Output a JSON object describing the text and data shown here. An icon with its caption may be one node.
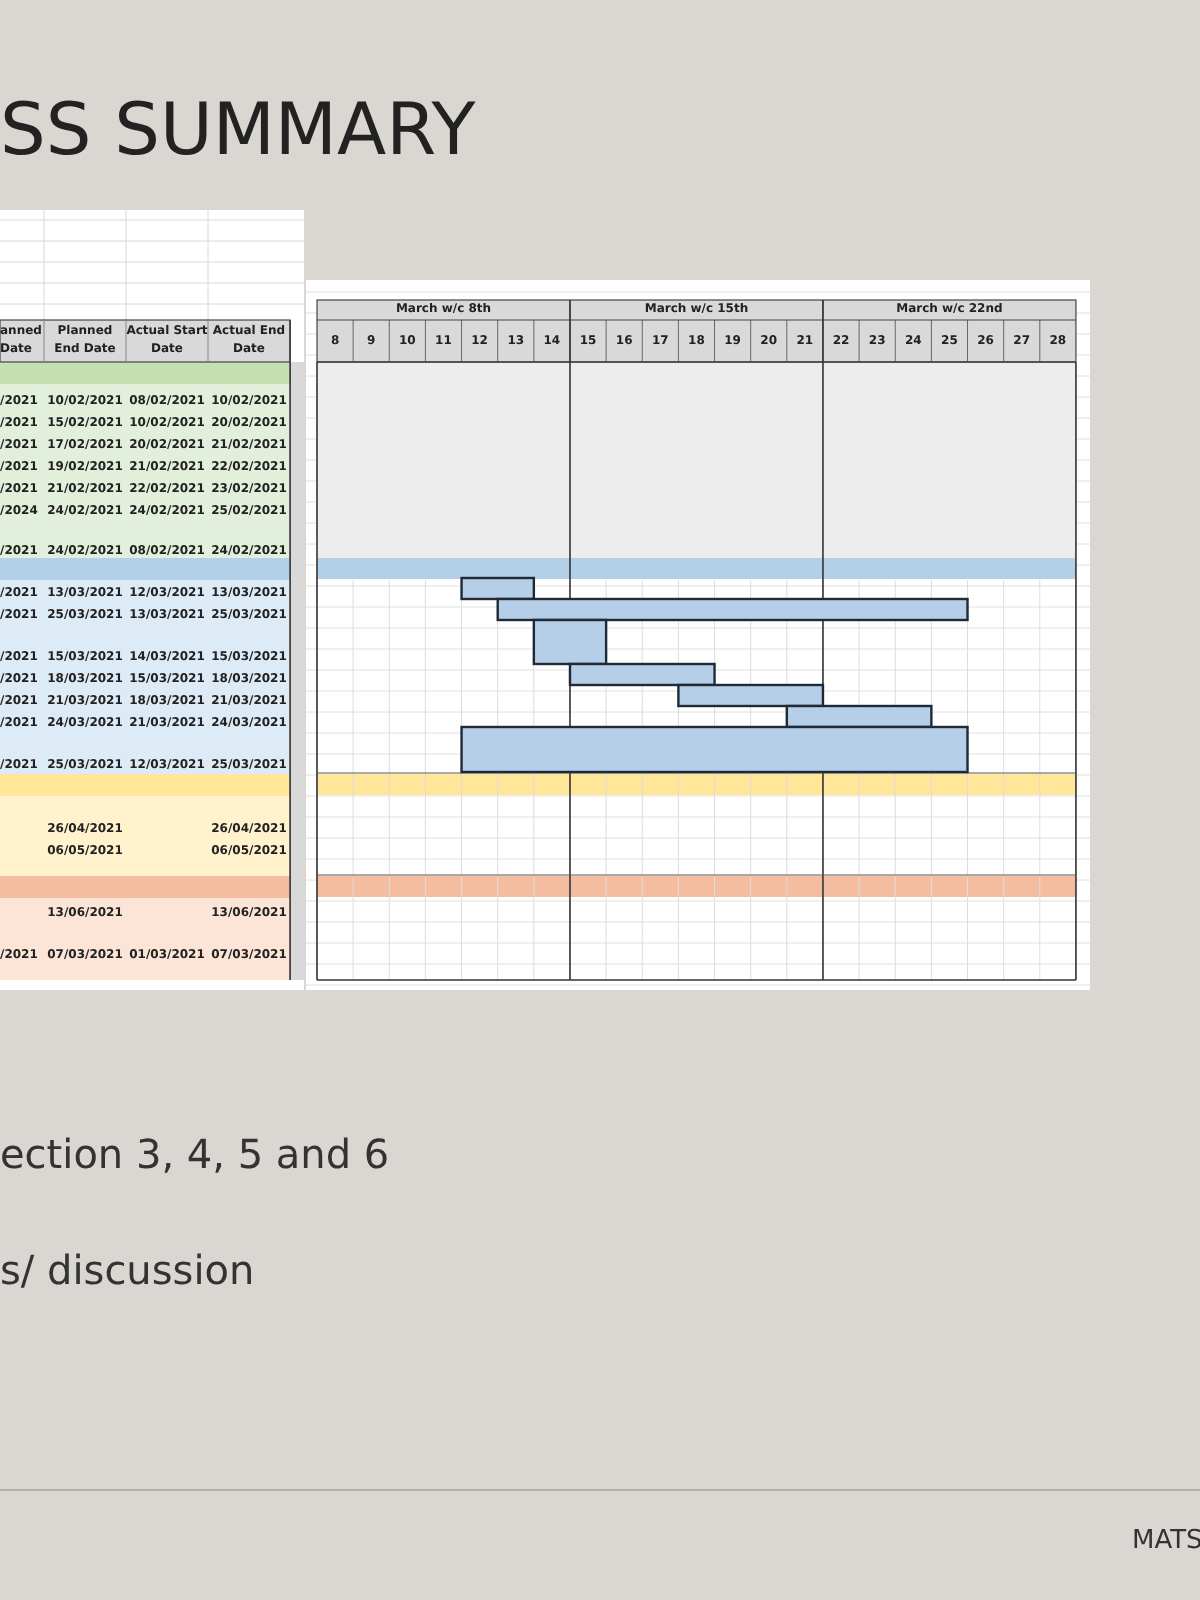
{
  "diagram": {
    "title": "SS SUMMARY",
    "labels": [
      "March w/c 8th",
      "March w/c 15th",
      "March w/c 22nd",
      "anned Date",
      "Planned End Date",
      "Actual Start Date",
      "Actual End Date",
      "8",
      "9",
      "10",
      "11",
      "12",
      "13",
      "14",
      "15",
      "16",
      "17",
      "18",
      "19",
      "20",
      "21",
      "22",
      "23",
      "24",
      "25",
      "26",
      "27",
      "28",
      "/2021",
      "10/02/2021",
      "08/02/2021",
      "10/02/2021",
      "/2021",
      "15/02/2021",
      "10/02/2021",
      "20/02/2021",
      "/2021",
      "17/02/2021",
      "20/02/2021",
      "21/02/2021",
      "/2021",
      "19/02/2021",
      "21/02/2021",
      "22/02/2021",
      "/2021",
      "21/02/2021",
      "22/02/2021",
      "23/02/2021",
      "/2024",
      "24/02/2021",
      "24/02/2021",
      "25/02/2021",
      "/2021",
      "24/02/2021",
      "08/02/2021",
      "24/02/2021",
      "/2021",
      "13/03/2021",
      "12/03/2021",
      "13/03/2021",
      "/2021",
      "25/03/2021",
      "13/03/2021",
      "25/03/2021",
      "/2021",
      "15/03/2021",
      "14/03/2021",
      "15/03/2021",
      "/2021",
      "18/03/2021",
      "15/03/2021",
      "18/03/2021",
      "/2021",
      "21/03/2021",
      "18/03/2021",
      "21/03/2021",
      "/2021",
      "24/03/2021",
      "21/03/2021",
      "24/03/2021",
      "/2021",
      "25/03/2021",
      "12/03/2021",
      "25/03/2021",
      "26/04/2021",
      "26/04/2021",
      "06/05/2021",
      "06/05/2021",
      "13/06/2021",
      "13/06/2021",
      "/2021",
      "07/03/2021",
      "01/03/2021",
      "07/03/2021",
      "ection 3, 4, 5 and 6",
      "s/ discussion",
      "MATS"
    ]
  }
}
